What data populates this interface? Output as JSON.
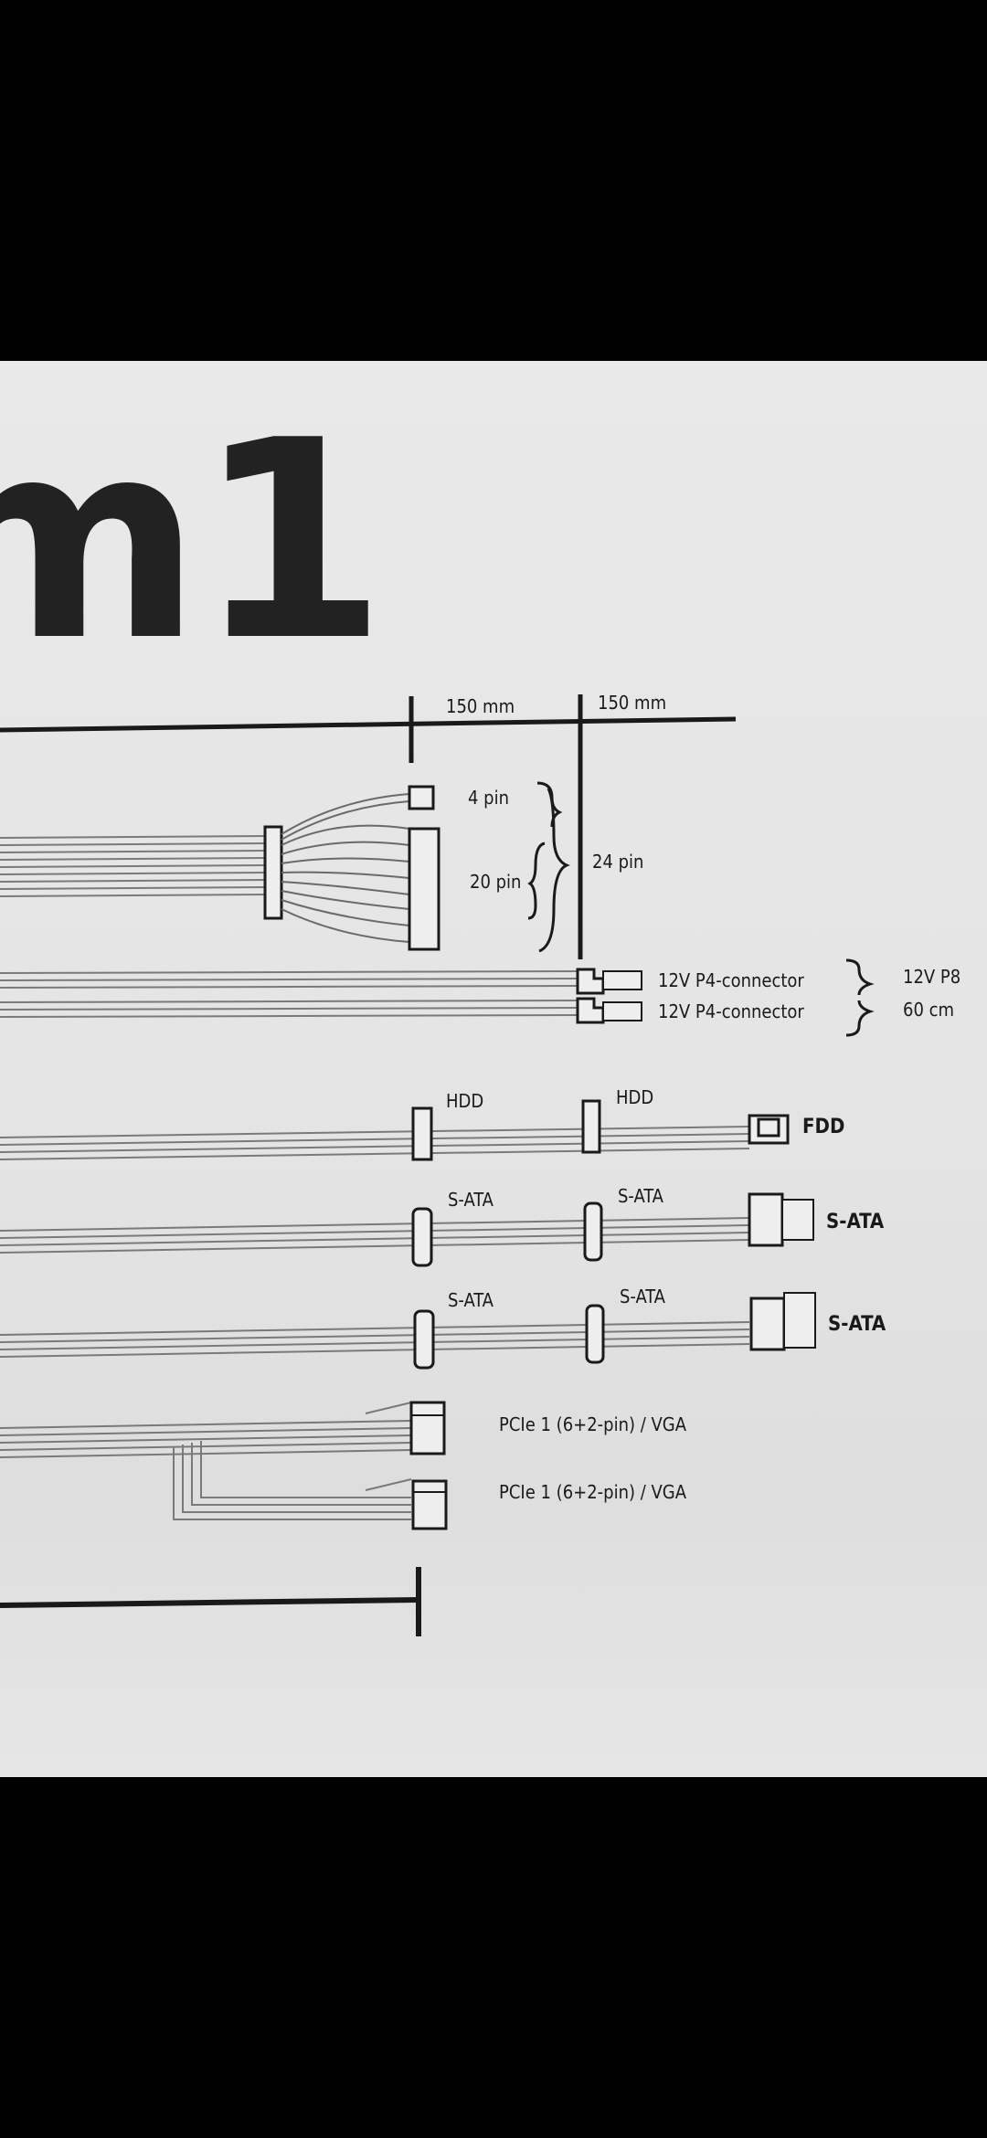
{
  "diagram": {
    "brand_fragment": "m1",
    "dimensions": {
      "seg1": "150 mm",
      "seg2": "150 mm"
    },
    "atx": {
      "pin4": "4 pin",
      "pin20": "20 pin",
      "pin24": "24 pin"
    },
    "eps": {
      "connector1": "12V P4-connector",
      "connector2": "12V P4-connector",
      "combined": "12V P8",
      "length": "60 cm"
    },
    "molex": {
      "hdd1": "HDD",
      "hdd2": "HDD",
      "fdd": "FDD"
    },
    "sata_row1": {
      "a": "S-ATA",
      "b": "S-ATA",
      "end": "S-ATA"
    },
    "sata_row2": {
      "a": "S-ATA",
      "b": "S-ATA",
      "end": "S-ATA"
    },
    "pcie": {
      "c1": "PCIe 1 (6+2-pin) / VGA",
      "c2": "PCIe 1 (6+2-pin) / VGA"
    },
    "colors": {
      "ink": "#1a1a1a",
      "paper": "#e6e6e6",
      "wire": "#8a8a8a"
    }
  }
}
